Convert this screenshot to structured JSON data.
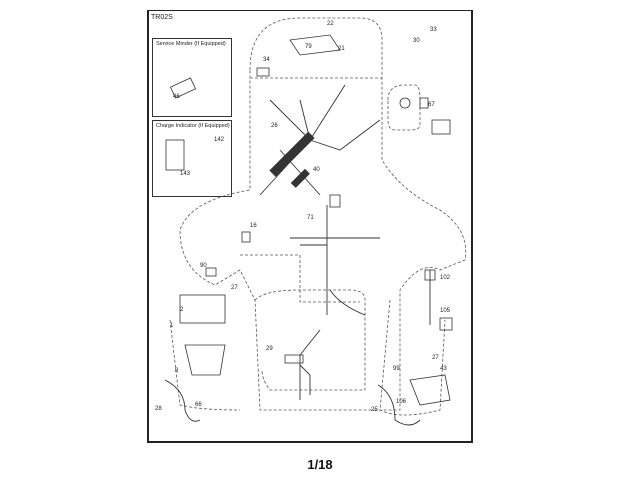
{
  "diagram": {
    "code": "TR02S",
    "insets": [
      {
        "title": "Service Minder (If Equipped)",
        "parts": [
          "46"
        ]
      },
      {
        "title": "Charge Indicator (If Equipped)",
        "parts": [
          "142",
          "143"
        ]
      }
    ],
    "callouts": {
      "p22": "22",
      "p79": "79",
      "p21": "21",
      "p34": "34",
      "p30": "30",
      "p33": "33",
      "p67": "67",
      "p26": "26",
      "p40": "40",
      "p16": "16",
      "p71": "71",
      "p90": "90",
      "p27a": "27",
      "p2": "2",
      "p1": "1",
      "p8": "8",
      "p29": "29",
      "p28": "28",
      "p66": "66",
      "p102": "102",
      "p105": "105",
      "p27b": "27",
      "p43": "43",
      "p99": "99",
      "p106": "106",
      "p25": "25",
      "p46": "46",
      "p142": "142",
      "p143": "143"
    }
  },
  "footer": {
    "page": "1/18"
  }
}
